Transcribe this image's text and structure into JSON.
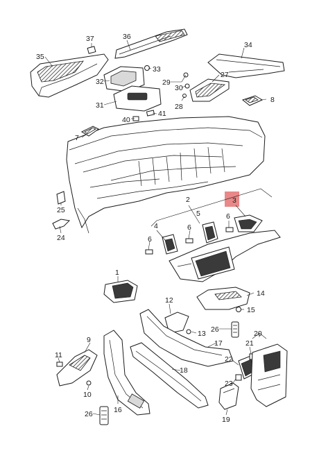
{
  "diagram": {
    "highlight_color": "#e57373",
    "highlighted_callout": "3",
    "callouts": [
      "1",
      "2",
      "3",
      "4",
      "5",
      "6",
      "6",
      "6",
      "7",
      "8",
      "9",
      "10",
      "11",
      "12",
      "13",
      "14",
      "15",
      "16",
      "17",
      "18",
      "19",
      "20",
      "21",
      "22",
      "23",
      "24",
      "25",
      "26",
      "26",
      "27",
      "28",
      "29",
      "30",
      "31",
      "32",
      "33",
      "34",
      "35",
      "36",
      "37",
      "40",
      "41"
    ]
  }
}
